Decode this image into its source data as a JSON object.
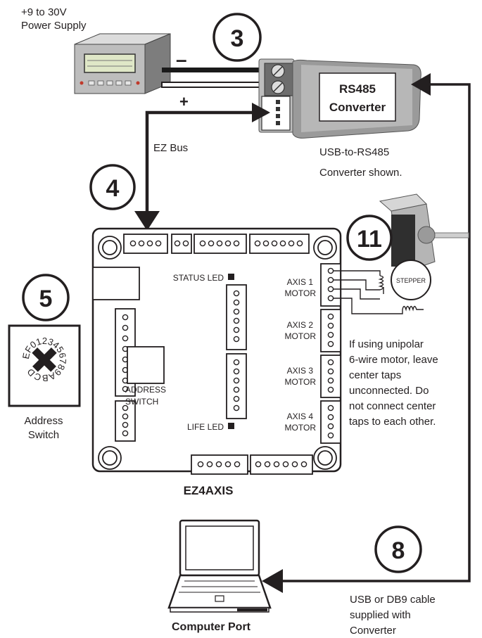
{
  "power_supply": {
    "label_line1": "+9 to 30V",
    "label_line2": "Power Supply",
    "minus_sign": "–",
    "plus_sign": "+"
  },
  "converter": {
    "title_line1": "RS485",
    "title_line2": "Converter",
    "caption_line1": "USB-to-RS485",
    "caption_line2": "Converter shown."
  },
  "bus_label": "EZ Bus",
  "steps": {
    "power": "3",
    "bus": "4",
    "address": "5",
    "motor": "11",
    "usb": "8"
  },
  "board": {
    "name": "EZ4AXIS",
    "status_led": "STATUS LED",
    "life_led": "LIFE LED",
    "address_switch_line1": "ADDRESS",
    "address_switch_line2": "SWITCH",
    "axis1_line1": "AXIS 1",
    "axis1_line2": "MOTOR",
    "axis2_line1": "AXIS 2",
    "axis2_line2": "MOTOR",
    "axis3_line1": "AXIS 3",
    "axis3_line2": "MOTOR",
    "axis4_line1": "AXIS 4",
    "axis4_line2": "MOTOR"
  },
  "stepper_label": "STEPPER",
  "unipolar_note": [
    "If using unipolar",
    "6-wire motor, leave",
    "center taps",
    "unconnected. Do",
    "not connect  center",
    "taps to each other."
  ],
  "address_switch": {
    "dial_text": "EF0123456789ABCD",
    "label_line1": "Address",
    "label_line2": "Switch"
  },
  "computer": {
    "label": "Computer Port"
  },
  "cable_note": [
    "USB or DB9 cable",
    "supplied with",
    "Converter"
  ]
}
